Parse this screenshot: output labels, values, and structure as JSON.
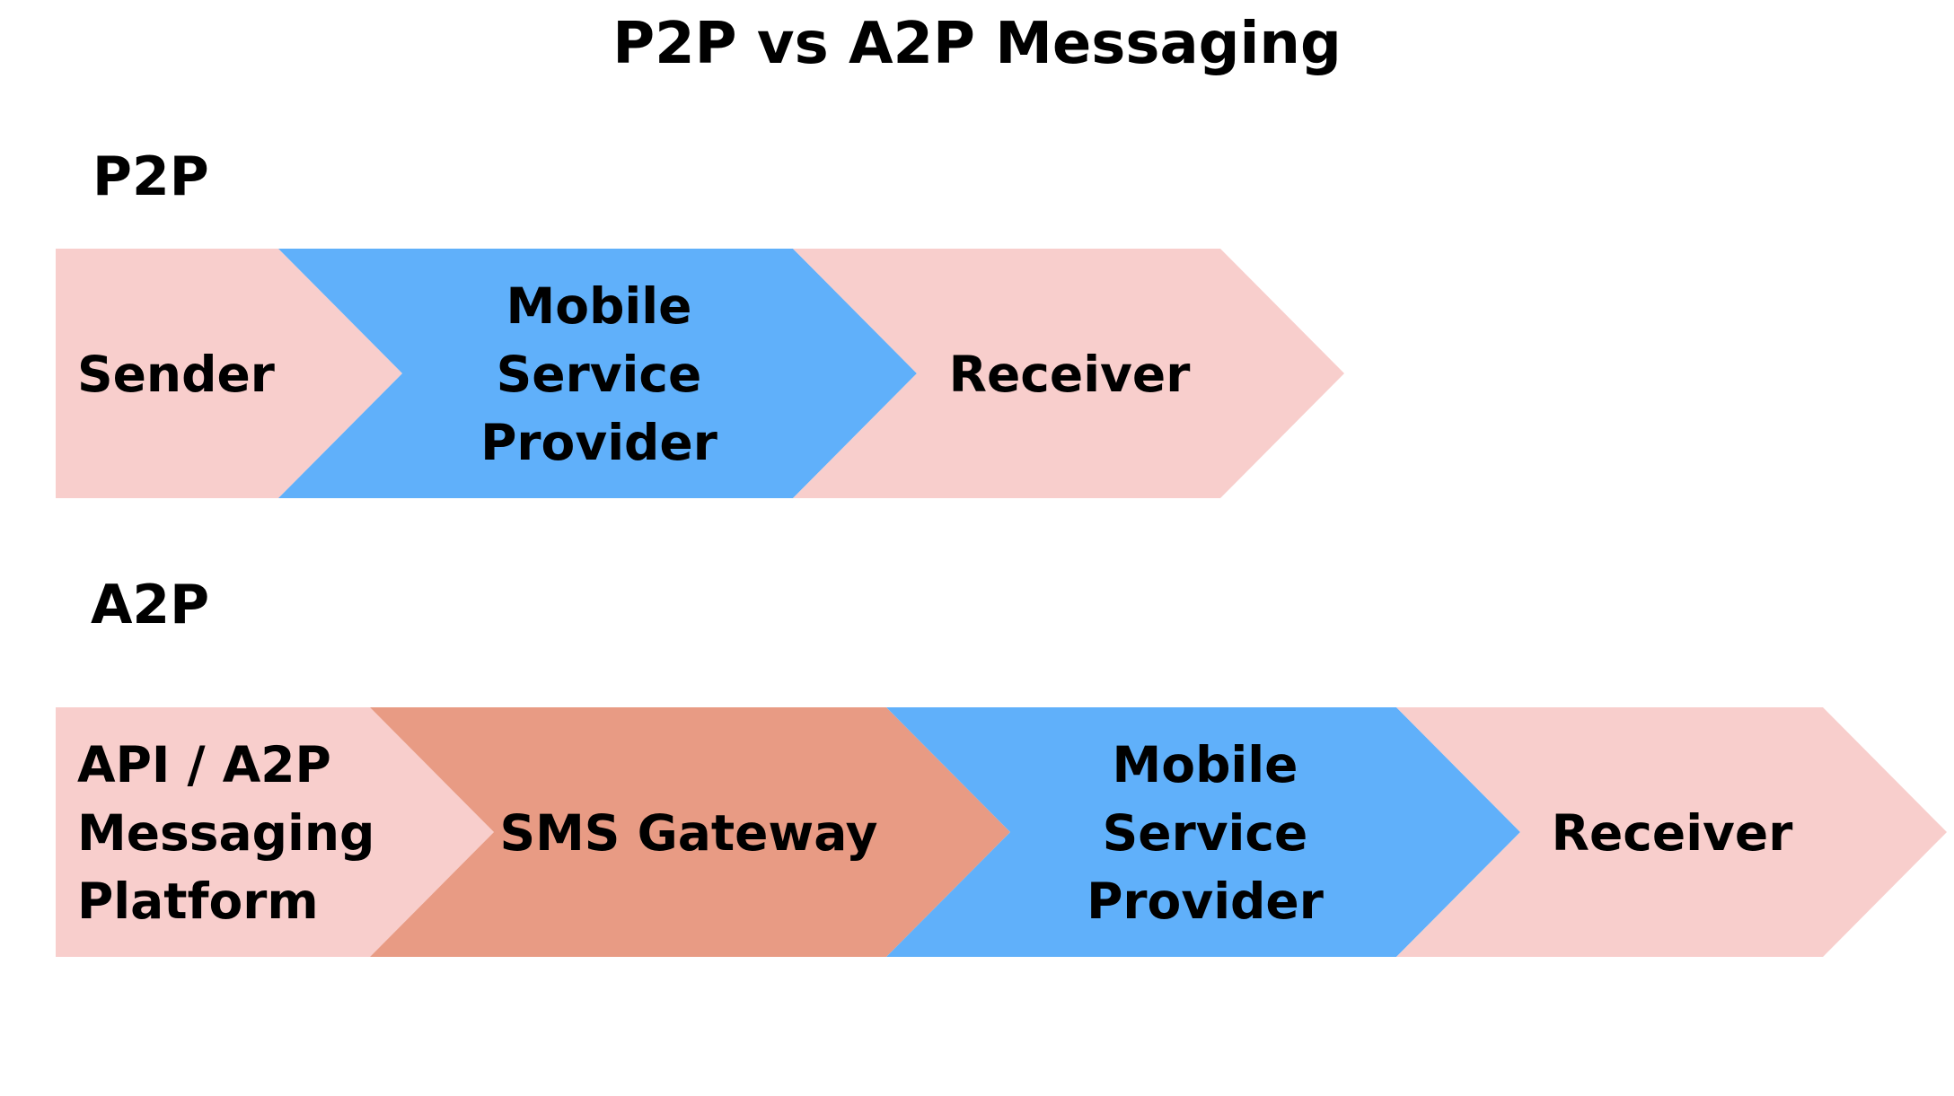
{
  "title": "P2P vs A2P Messaging",
  "rows": [
    {
      "label": "P2P",
      "steps": [
        {
          "lines": [
            "Sender"
          ],
          "color": "#f8cecc",
          "align": "left"
        },
        {
          "lines": [
            "Mobile",
            "Service",
            "Provider"
          ],
          "color": "#60b0fa",
          "align": "center"
        },
        {
          "lines": [
            "Receiver"
          ],
          "color": "#f8cecc",
          "align": "center"
        }
      ]
    },
    {
      "label": "A2P",
      "steps": [
        {
          "lines": [
            "API / A2P",
            "Messaging",
            "Platform"
          ],
          "color": "#f8cecc",
          "align": "left"
        },
        {
          "lines": [
            "SMS Gateway"
          ],
          "color": "#e89b84",
          "align": "center"
        },
        {
          "lines": [
            "Mobile",
            "Service",
            "Provider"
          ],
          "color": "#60b0fa",
          "align": "center"
        },
        {
          "lines": [
            "Receiver"
          ],
          "color": "#f8cecc",
          "align": "center"
        }
      ]
    }
  ]
}
